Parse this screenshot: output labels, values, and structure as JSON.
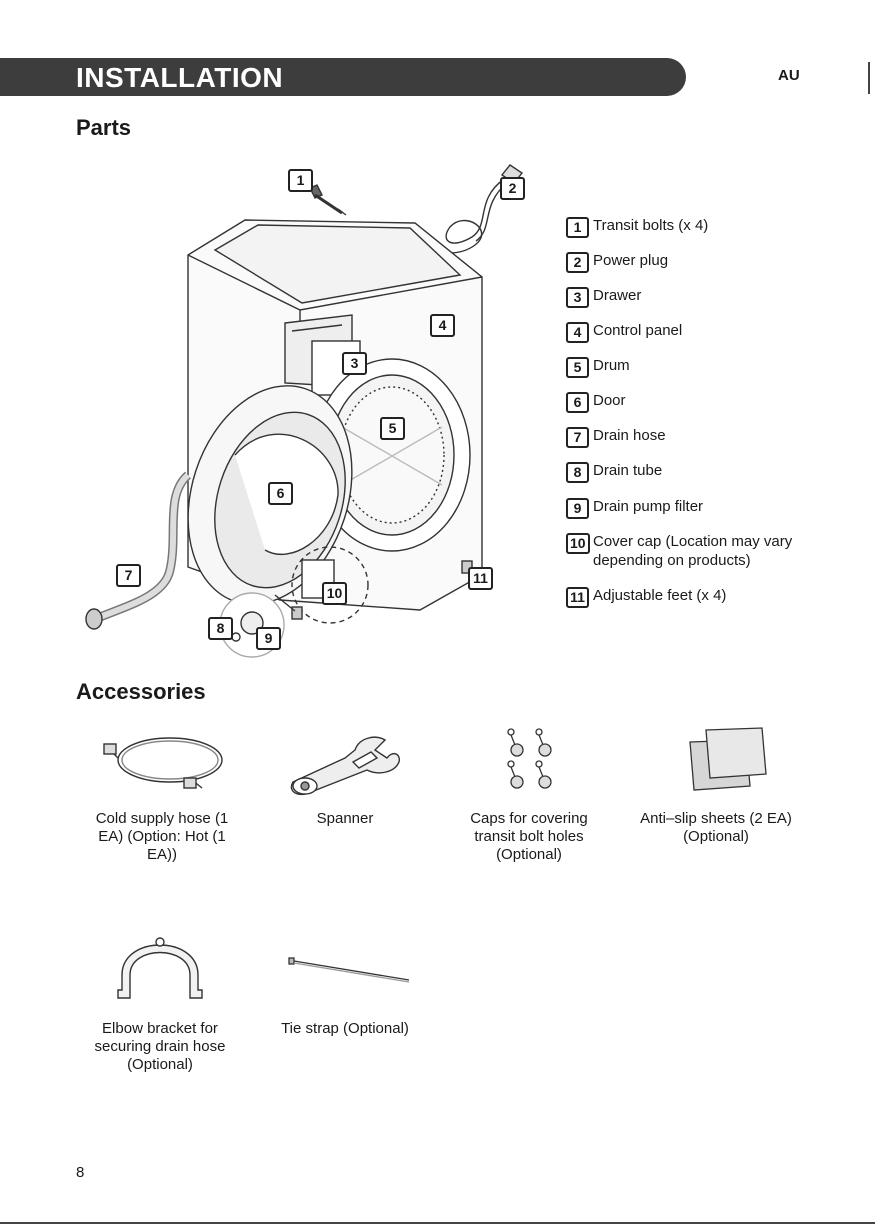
{
  "header": {
    "title": "INSTALLATION",
    "region": "AU"
  },
  "parts": {
    "heading": "Parts",
    "callouts": [
      "1",
      "2",
      "3",
      "4",
      "5",
      "6",
      "7",
      "8",
      "9",
      "10",
      "11"
    ],
    "items": [
      {
        "num": "1",
        "label": "Transit bolts (x 4)"
      },
      {
        "num": "2",
        "label": "Power plug"
      },
      {
        "num": "3",
        "label": "Drawer"
      },
      {
        "num": "4",
        "label": "Control panel"
      },
      {
        "num": "5",
        "label": "Drum"
      },
      {
        "num": "6",
        "label": "Door"
      },
      {
        "num": "7",
        "label": "Drain hose"
      },
      {
        "num": "8",
        "label": "Drain tube"
      },
      {
        "num": "9",
        "label": "Drain pump filter"
      },
      {
        "num": "10",
        "label": "Cover cap (Location may vary depending on products)"
      },
      {
        "num": "11",
        "label": "Adjustable feet (x 4)"
      }
    ]
  },
  "accessories": {
    "heading": "Accessories",
    "items": [
      {
        "label": "Cold supply hose (1 EA) (Option: Hot (1 EA))",
        "icon": "supply-hose-icon"
      },
      {
        "label": "Spanner",
        "icon": "spanner-icon"
      },
      {
        "label": "Caps for covering transit bolt holes (Optional)",
        "icon": "caps-icon"
      },
      {
        "label": "Anti–slip sheets (2 EA) (Optional)",
        "icon": "anti-slip-sheets-icon"
      },
      {
        "label": "Elbow bracket for securing drain hose (Optional)",
        "icon": "elbow-bracket-icon"
      },
      {
        "label": "Tie strap (Optional)",
        "icon": "tie-strap-icon"
      }
    ]
  },
  "footer": {
    "page_number": "8"
  }
}
